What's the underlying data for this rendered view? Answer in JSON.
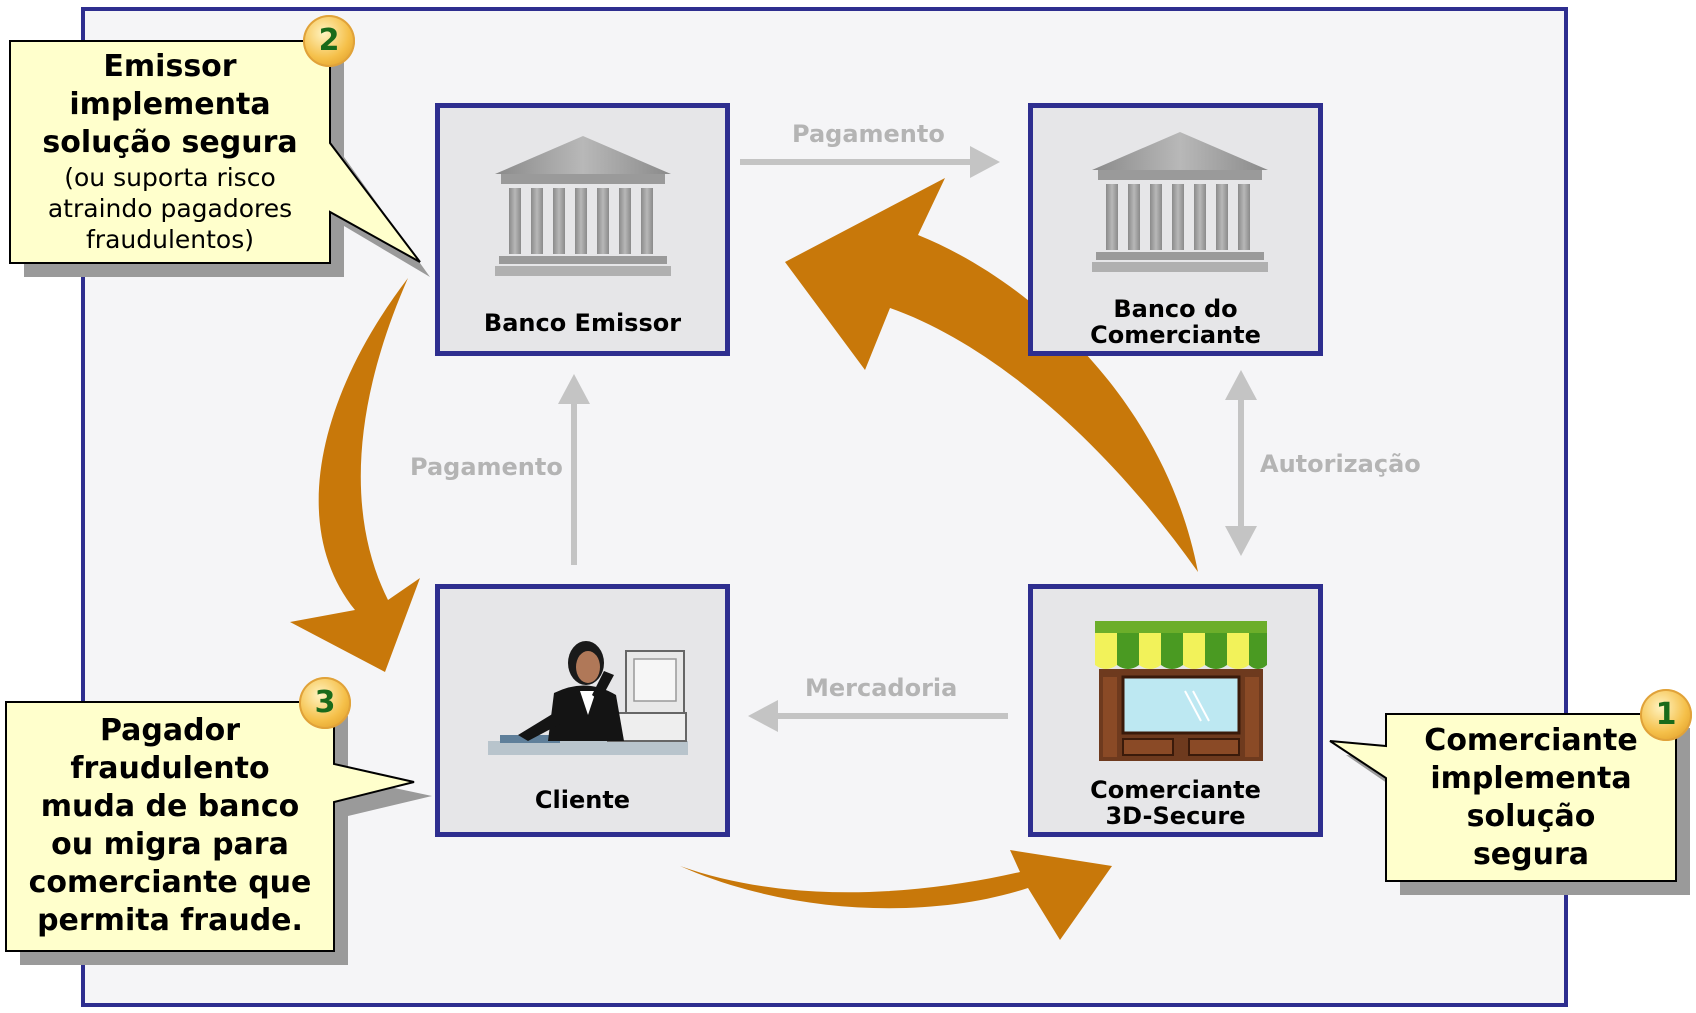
{
  "nodes": {
    "issuer_bank": {
      "label": "Banco Emissor",
      "icon": "bank-icon"
    },
    "merchant_bank": {
      "label_line1": "Banco do",
      "label_line2": "Comerciante",
      "icon": "bank-icon"
    },
    "client": {
      "label": "Cliente",
      "icon": "person-at-computer-icon"
    },
    "merchant": {
      "label_line1": "Comerciante",
      "label_line2": "3D-Secure",
      "icon": "storefront-icon"
    }
  },
  "flows": {
    "payment_banks": "Pagamento",
    "payment_client": "Pagamento",
    "authorization": "Autorização",
    "goods": "Mercadoria"
  },
  "callouts": {
    "issuer": {
      "number": "2",
      "title_lines": [
        "Emissor",
        "implementa",
        "solução segura"
      ],
      "note_lines": [
        "(ou suporta risco",
        "atraindo pagadores",
        "fraudulentos)"
      ]
    },
    "payer": {
      "number": "3",
      "lines": [
        "Pagador",
        "fraudulento",
        "muda de banco",
        "ou migra para",
        "comerciante que",
        "permita fraude."
      ]
    },
    "merchant": {
      "number": "1",
      "lines": [
        "Comerciante",
        "implementa",
        "solução",
        "segura"
      ]
    }
  },
  "colors": {
    "frame": "#2e2e8f",
    "node_fill": "#e6e6e8",
    "cycle_arrow": "#c8780a",
    "flow_arrow": "#c4c4c4",
    "callout_fill": "#ffffcc",
    "badge": "#f5c04a"
  }
}
